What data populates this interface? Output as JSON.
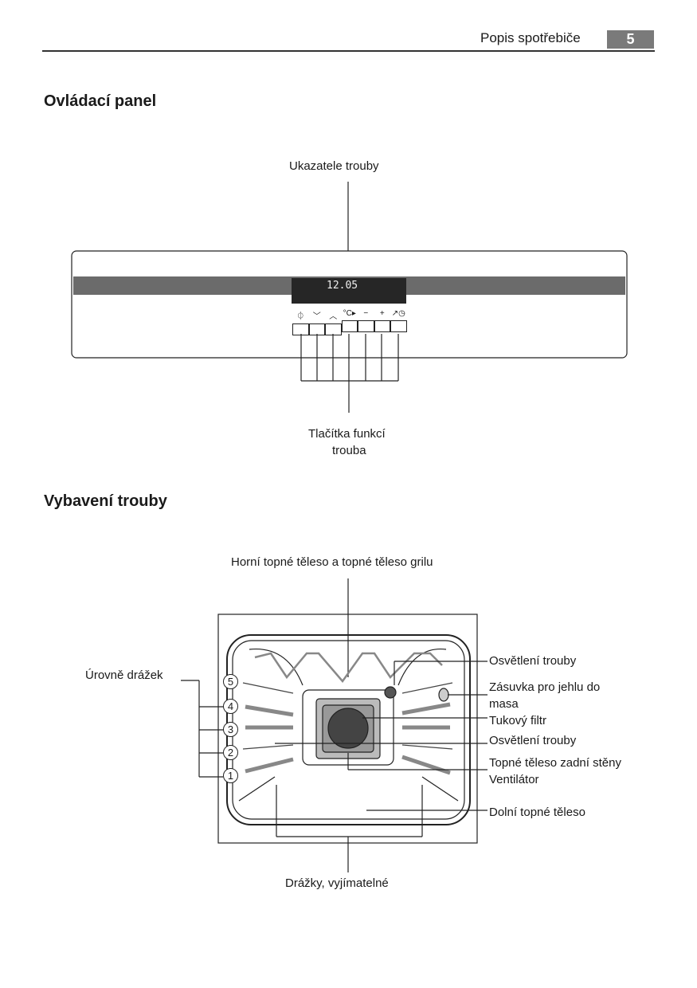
{
  "header": {
    "section_title": "Popis spotřebiče",
    "page_number": "5"
  },
  "control_panel": {
    "heading": "Ovládací panel",
    "display_label": "Ukazatele trouby",
    "display_value": "12.05",
    "buttons": [
      "on-off",
      "down",
      "up",
      "°C",
      "−",
      "+",
      "clock"
    ],
    "button_symbols": [
      "⏀",
      "﹀",
      "︿",
      "°C▸",
      "−",
      "+",
      "↗◷"
    ],
    "buttons_label_line1": "Tlačítka funkcí",
    "buttons_label_line2": "trouba"
  },
  "oven_equipment": {
    "heading": "Vybavení trouby",
    "top_label": "Horní topné těleso a topné těleso grilu",
    "levels_label": "Úrovně drážek",
    "levels": [
      "5",
      "4",
      "3",
      "2",
      "1"
    ],
    "right_labels": [
      "Osvětlení trouby",
      "Zásuvka pro jehlu do",
      "masa",
      "Tukový filtr",
      "Osvětlení trouby",
      "Topné těleso zadní stěny",
      "Ventilátor",
      "Dolní topné těleso"
    ],
    "bottom_label": "Drážky, vyjímatelné"
  }
}
